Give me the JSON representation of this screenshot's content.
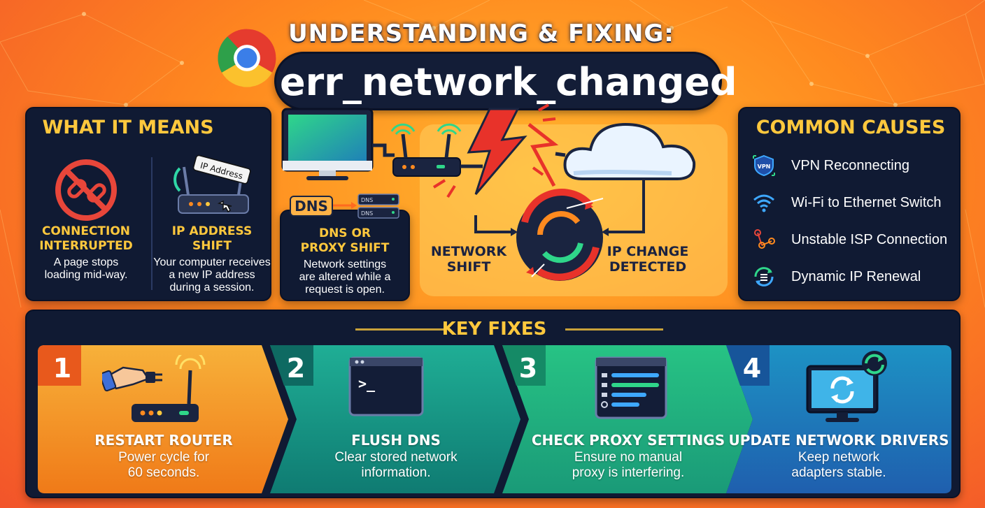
{
  "title": {
    "line1": "UNDERSTANDING & FIXING:",
    "line2": "err_network_changed"
  },
  "what_it_means": {
    "heading": "WHAT IT MEANS",
    "items": [
      {
        "title_l1": "CONNECTION",
        "title_l2": "INTERRUPTED",
        "desc_l1": "A page stops",
        "desc_l2": "loading mid-way.",
        "desc_l3": "",
        "icon": "broken-link-icon"
      },
      {
        "title_l1": "IP ADDRESS",
        "title_l2": "SHIFT",
        "desc_l1": "Your computer receives",
        "desc_l2": "a new IP address",
        "desc_l3": "during a session.",
        "icon": "router-icon",
        "tag": "IP Address"
      }
    ]
  },
  "dns_panel": {
    "badge": "DNS",
    "server_label": "DNS",
    "title_l1": "DNS OR",
    "title_l2": "PROXY SHIFT",
    "desc_l1": "Network settings",
    "desc_l2": "are altered while a",
    "desc_l3": "request is open."
  },
  "diagram": {
    "label_left_l1": "NETWORK",
    "label_left_l2": "SHIFT",
    "label_right_l1": "IP CHANGE",
    "label_right_l2": "DETECTED"
  },
  "common_causes": {
    "heading": "COMMON CAUSES",
    "items": [
      {
        "label": "VPN Reconnecting",
        "icon": "vpn-shield-icon",
        "icon_text": "VPN"
      },
      {
        "label": "Wi-Fi to Ethernet Switch",
        "icon": "wifi-icon"
      },
      {
        "label": "Unstable ISP Connection",
        "icon": "network-nodes-icon"
      },
      {
        "label": "Dynamic IP Renewal",
        "icon": "refresh-ip-icon"
      }
    ]
  },
  "key_fixes": {
    "heading": "KEY FIXES",
    "items": [
      {
        "num": "1",
        "title": "RESTART ROUTER",
        "desc_l1": "Power cycle for",
        "desc_l2": "60 seconds.",
        "icon": "router-plug-icon",
        "color": "#f39a1e"
      },
      {
        "num": "2",
        "title": "FLUSH DNS",
        "desc_l1": "Clear stored network",
        "desc_l2": "information.",
        "icon": "terminal-icon",
        "color": "#1d9a86",
        "prompt": ">_"
      },
      {
        "num": "3",
        "title": "CHECK PROXY SETTINGS",
        "desc_l1": "Ensure no manual",
        "desc_l2": "proxy is interfering.",
        "icon": "settings-window-icon",
        "color": "#22b47f"
      },
      {
        "num": "4",
        "title": "UPDATE NETWORK DRIVERS",
        "desc_l1": "Keep network",
        "desc_l2": "adapters stable.",
        "icon": "monitor-refresh-icon",
        "color": "#1a86b8"
      }
    ]
  },
  "colors": {
    "panel": "#101a33",
    "accent": "#ffc83d",
    "orange": "#ff8a1f",
    "red": "#e8322a"
  }
}
